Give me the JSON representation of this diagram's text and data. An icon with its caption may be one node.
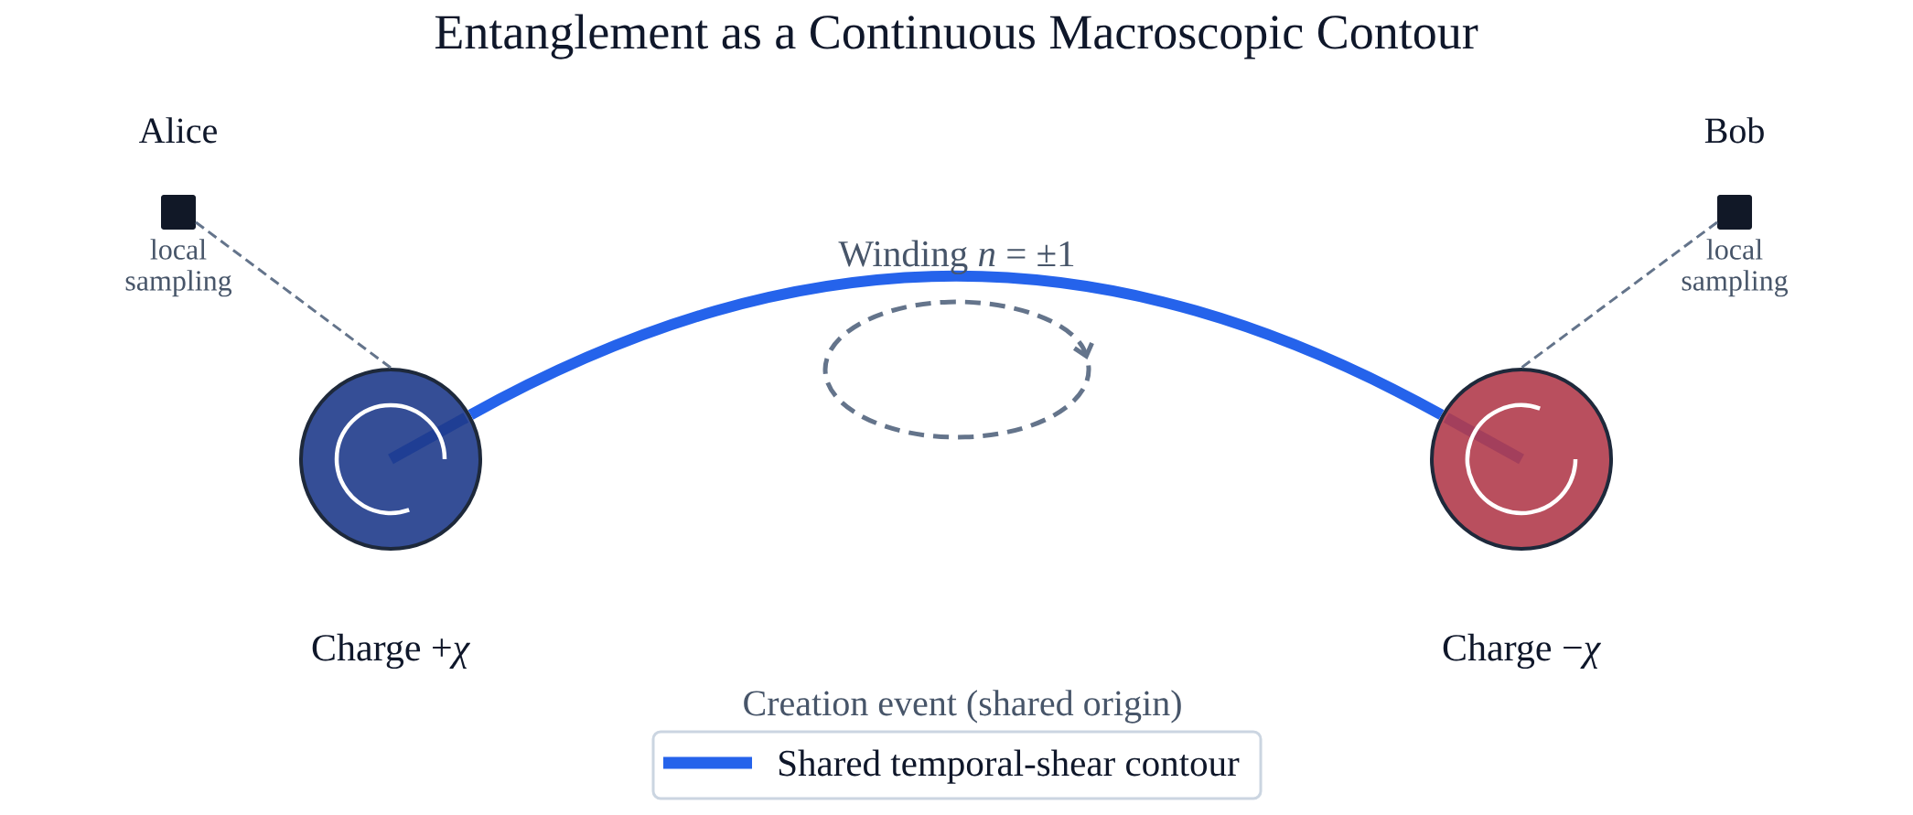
{
  "diagram": {
    "title": "Entanglement as a Continuous Macroscopic Contour",
    "nodes": [
      {
        "text": [
          "Alice"
        ],
        "beside": [
          "local sampling"
        ]
      },
      {
        "text": [
          "Bob"
        ],
        "beside": [
          "local sampling"
        ]
      },
      {
        "text": [],
        "shape": "circle",
        "beside": [
          "Charge +*χ*"
        ]
      },
      {
        "text": [],
        "shape": "circle",
        "beside": [
          "Charge −*χ*"
        ]
      }
    ],
    "edges": [
      {
        "from": 2,
        "to": 3,
        "arrow": "none",
        "style": "thick",
        "color": "#2563eb"
      },
      {
        "from": 0,
        "to": 2,
        "arrow": "none",
        "style": "dashed"
      },
      {
        "from": 1,
        "to": 3,
        "arrow": "none",
        "style": "dashed"
      }
    ],
    "labels": [
      "Winding *n* = ±1",
      "Creation event (shared origin)"
    ],
    "legend": [
      {
        "text": "Shared temporal-shear contour"
      }
    ]
  }
}
